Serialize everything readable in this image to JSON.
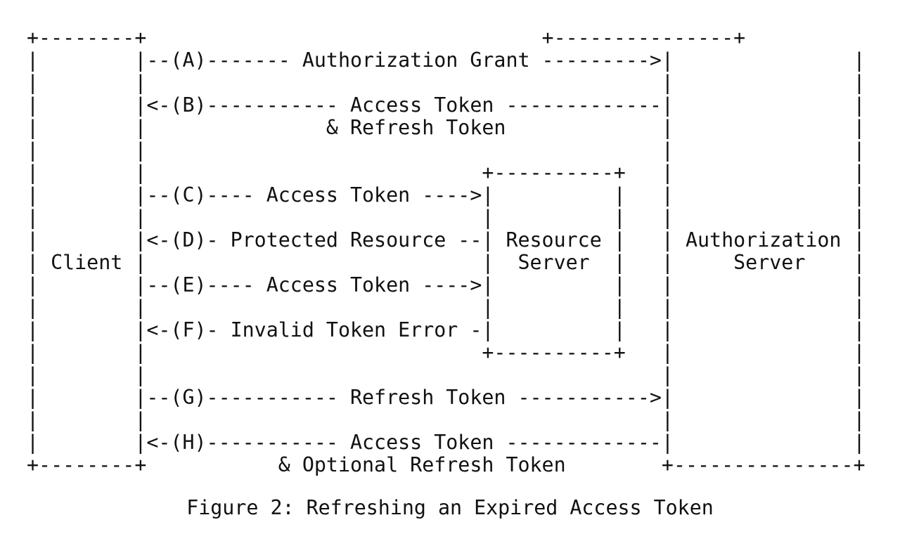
{
  "diagram": {
    "lines": [
      "+--------+                                 +---------------+",
      "|        |--(A)------- Authorization Grant --------->|               |",
      "|        |                                           |               |",
      "|        |<-(B)----------- Access Token -------------|               |",
      "|        |               & Refresh Token             |               |",
      "|        |                                           |               |",
      "|        |                            +----------+   |               |",
      "|        |--(C)---- Access Token ---->|          |   |               |",
      "|        |                            |          |   |               |",
      "|        |<-(D)- Protected Resource --| Resource |   | Authorization |",
      "| Client |                            |  Server  |   |     Server    |",
      "|        |--(E)---- Access Token ---->|          |   |               |",
      "|        |                            |          |   |               |",
      "|        |<-(F)- Invalid Token Error -|          |   |               |",
      "|        |                            +----------+   |               |",
      "|        |                                           |               |",
      "|        |--(G)----------- Refresh Token ----------->|               |",
      "|        |                                           |               |",
      "|        |<-(H)----------- Access Token -------------|               |",
      "+--------+           & Optional Refresh Token        +---------------+"
    ]
  },
  "caption": "Figure 2: Refreshing an Expired Access Token"
}
